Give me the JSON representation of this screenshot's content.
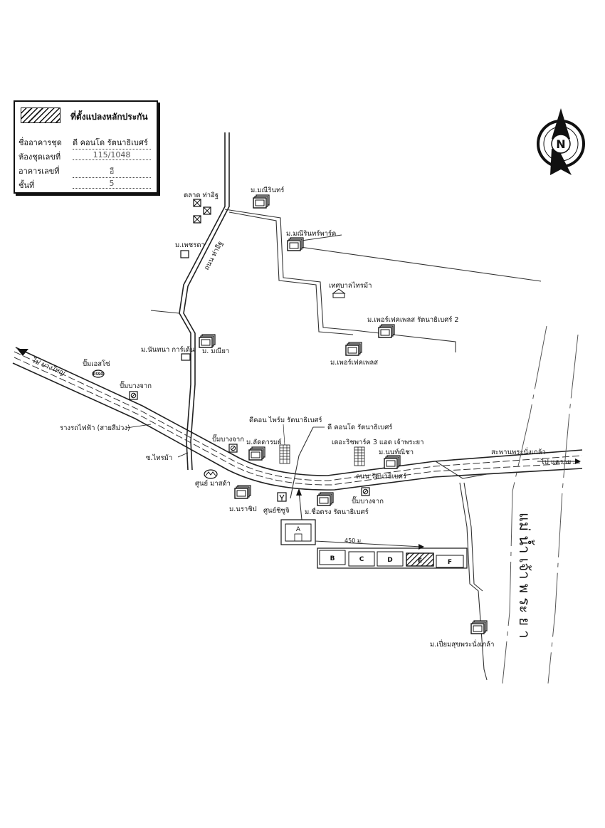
{
  "legend": {
    "title": "ที่ตั้งแปลงหลักประกัน",
    "rows": [
      {
        "label": "ชื่ออาคารชุด",
        "value": "ดี คอนโด รัตนาธิเบศร์"
      },
      {
        "label": "ห้องชุดเลขที่",
        "value": "115/1048"
      },
      {
        "label": "อาคารเลขที่",
        "value": "อี"
      },
      {
        "label": "ชั้นที่",
        "value": "5"
      }
    ]
  },
  "compass": {
    "letter": "N"
  },
  "roads": {
    "tha_it": "ถนน ท่าอิฐ",
    "rattanathibet": "ถนน รัตนาธิเบศร์",
    "to_bang_yai": "ไป บางใหญ่",
    "to_khwae": "ไป แคราย",
    "bridge": "สะพานพระนั่งเกล้า",
    "rail": "รางรถไฟฟ้า (สายสีม่วง)",
    "soi_sai_ma": "ซ.ไทรม้า",
    "distance": "450 ม."
  },
  "river": {
    "name": "แม่ น้ำ เจ้า พ ระ ย า"
  },
  "places": {
    "talad_tha_it": "ตลาด ท่าอิฐ",
    "m_phetcharat": "ม.เพชรดา",
    "m_maneerin": "ม.มณีรินทร์",
    "m_maneerin_park": "ม.มณีรินทร์พาร์ค",
    "thesaban_sai_ma": "เทศบาลไทรม้า",
    "m_perfect_place_2": "ม.เพอร์เฟคเพลส รัตนาธิเบศร์ 2",
    "m_perfect_place": "ม.เพอร์เฟคเพลส",
    "m_nanthana": "ม.นันทนา การ์เด้น",
    "m_maneeya": "ม. มณียา",
    "esso": "ปั๊มเอสโซ่",
    "pump_bangchak_1": "ปั๊มบางจาก",
    "pump_bangchak_2": "ปั๊มบางจาก",
    "pump_bangchak_3": "ปั๊มบางจาก",
    "m_ladarom": "ม.ลัดดารมย์",
    "dcondo_prime": "ดีคอน ไพร์ม รัตนาธิเบศร์",
    "dcondo_rattanathibet": "ดี คอนโด รัตนาธิเบศร์",
    "the_riverpark": "เดอะริชพาร์ค 3 แอด เจ้าพระยา",
    "m_nonthanicha": "ม.นนท์ณิชา",
    "mazda": "ศูนย์ มาสด้า",
    "m_naravip": "ม.นราชิป",
    "toyota": "ศูนย์ชิซูจิ",
    "m_chuetrong": "ม.ชื่อตรง รัตนาธิเบศร์",
    "m_piam_sook": "ม.เปี่ยมสุขพระนั่งเกล้า"
  },
  "blocks": {
    "a": "A",
    "b": "B",
    "c": "C",
    "d": "D",
    "e": "E",
    "f": "F",
    "highlighted": "E"
  }
}
